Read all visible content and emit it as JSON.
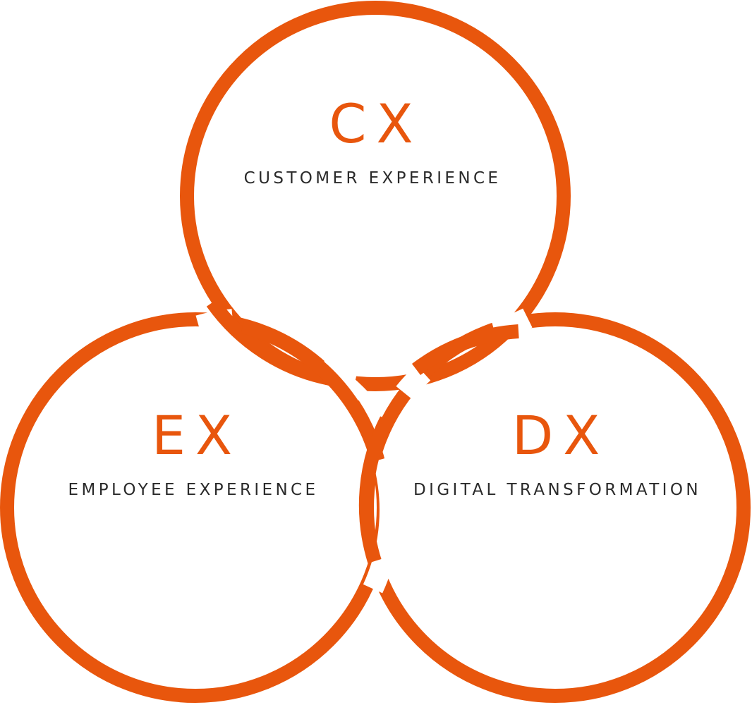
{
  "accent_color": "#e8560d",
  "text_color": "#2b2b2b",
  "circles": {
    "cx": {
      "abbr": "CX",
      "full": "CUSTOMER EXPERIENCE"
    },
    "ex": {
      "abbr": "EX",
      "full": "EMPLOYEE EXPERIENCE"
    },
    "dx": {
      "abbr": "DX",
      "full": "DIGITAL TRANSFORMATION"
    }
  }
}
